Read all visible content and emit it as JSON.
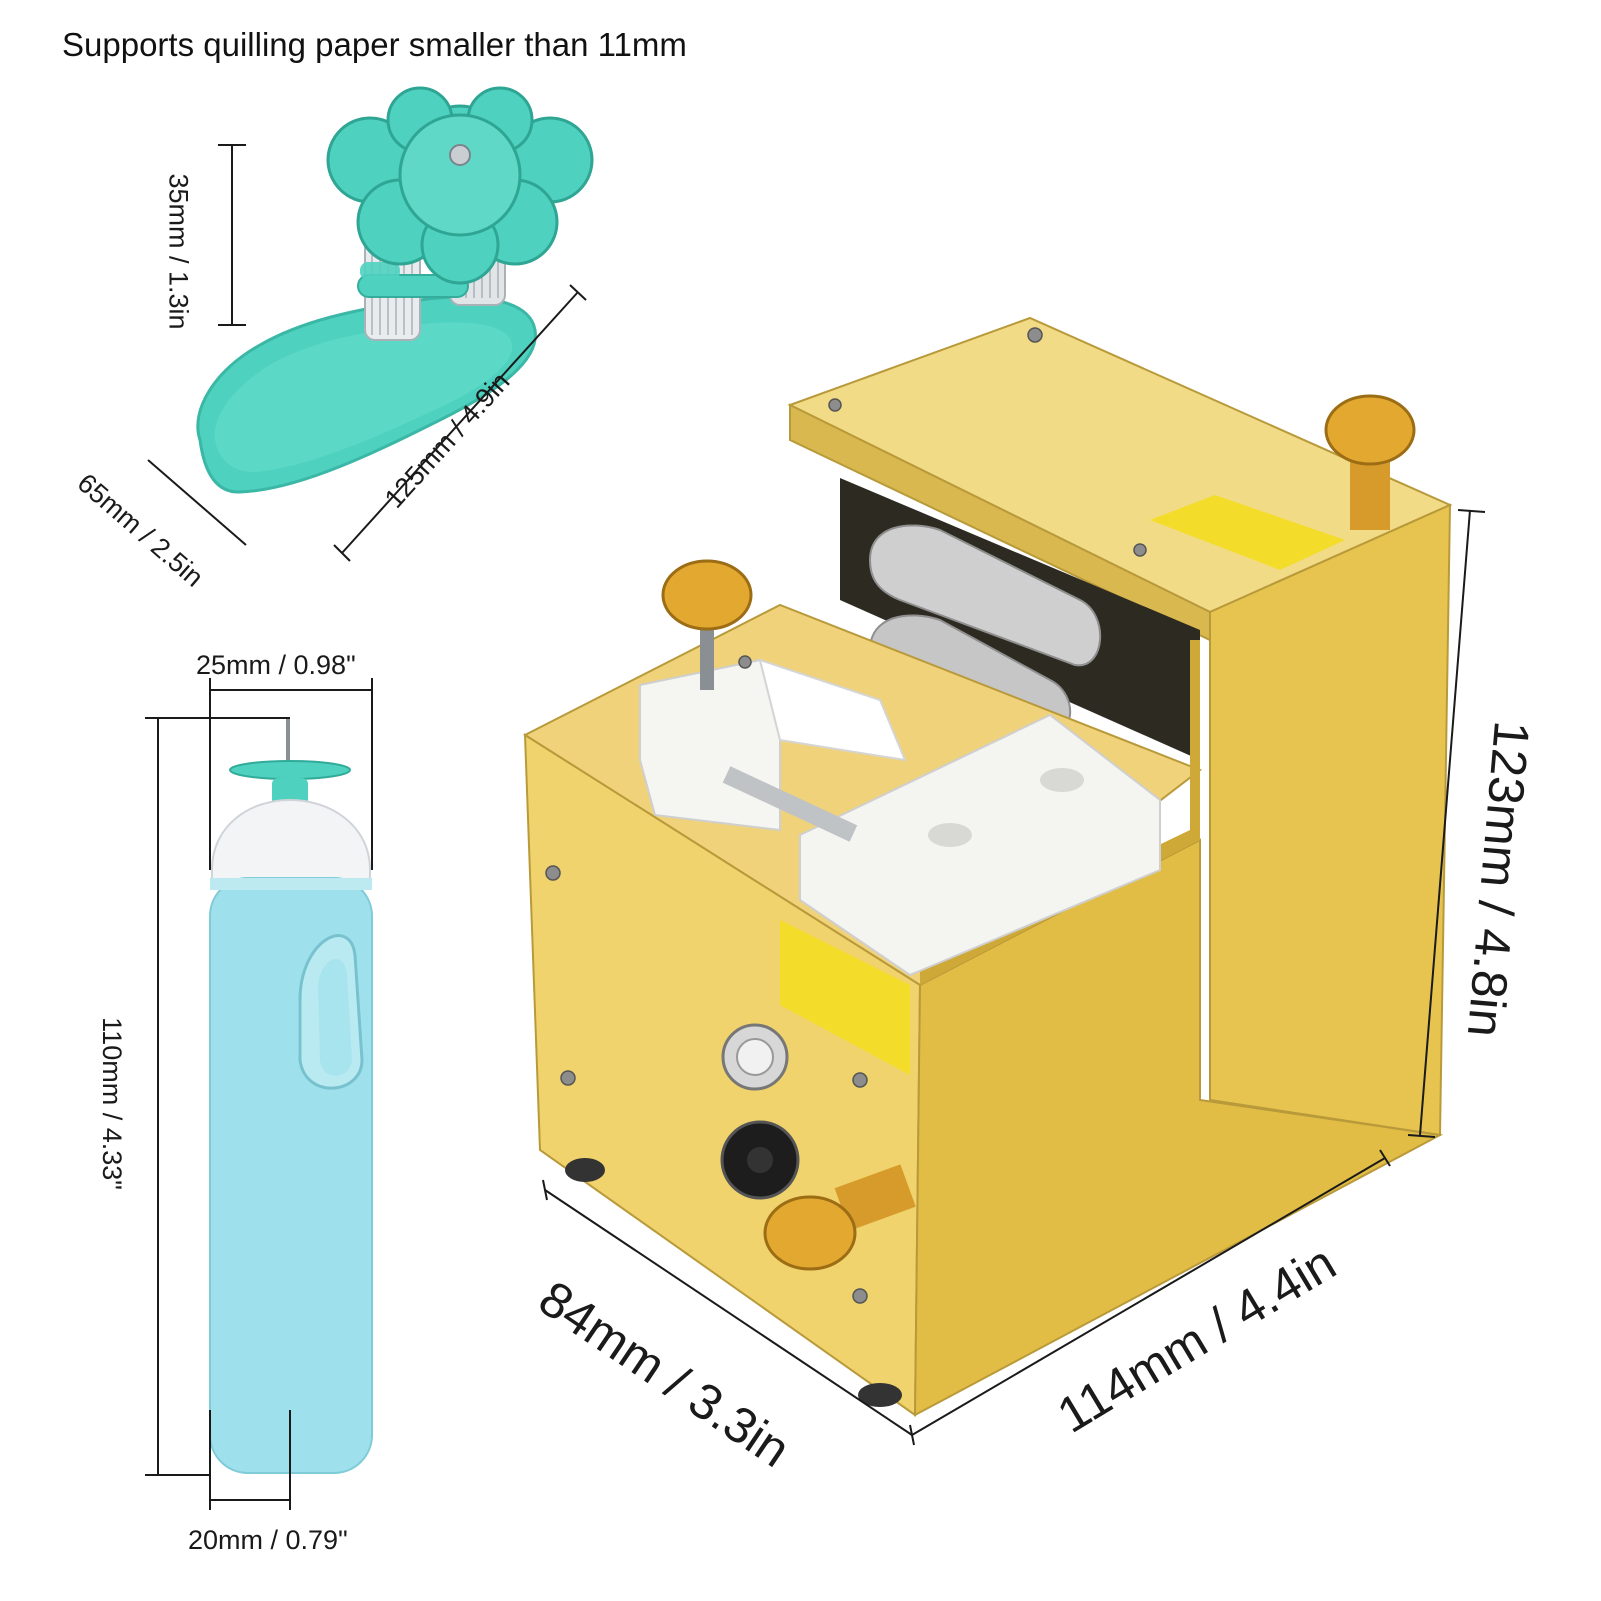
{
  "headline": "Supports quilling paper smaller than 11mm",
  "holder": {
    "height_label": "35mm / 1.3in",
    "width_label": "65mm / 2.5in",
    "length_label": "125mm / 4.9in"
  },
  "pen": {
    "top_width_label": "25mm / 0.98\"",
    "height_label": "110mm / 4.33\"",
    "bottom_width_label": "20mm / 0.79\""
  },
  "machine": {
    "height_label": "123mm / 4.8in",
    "depth_label": "84mm / 3.3in",
    "width_label": "114mm / 4.4in"
  },
  "colors": {
    "background": "#ffffff",
    "holder": "#4fd1c0",
    "pen": "#9ee1ec",
    "gold": "#e9c85a",
    "knob": "#d69b2a",
    "label_yellow": "#f4dc2a"
  }
}
